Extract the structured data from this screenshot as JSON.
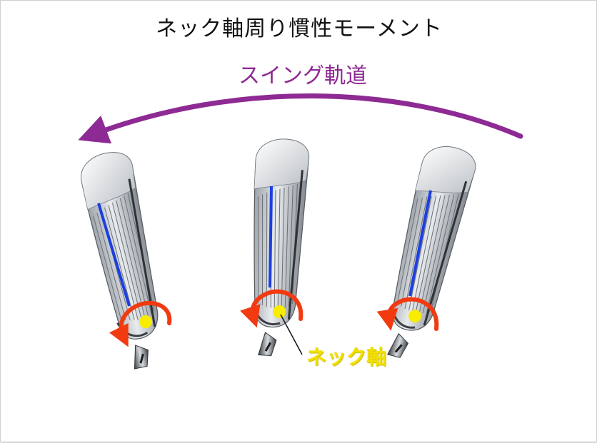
{
  "title": "ネック軸周り慣性モーメント",
  "swing_label": "スイング軌道",
  "axis_label": "ネック軸",
  "colors": {
    "swing_arrow": "#8e2a93",
    "face_edge": "#1b3fe0",
    "rotation_arrow": "#f23a10",
    "axis_dot": "#f8ec00"
  }
}
